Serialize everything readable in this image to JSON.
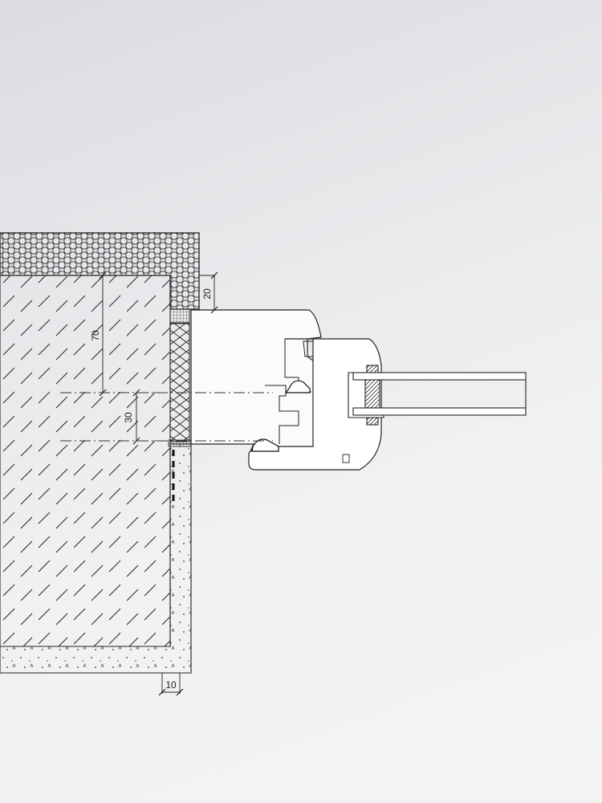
{
  "dimensions": {
    "d20": "20",
    "d70": "70",
    "d30": "30",
    "d10": "10"
  }
}
